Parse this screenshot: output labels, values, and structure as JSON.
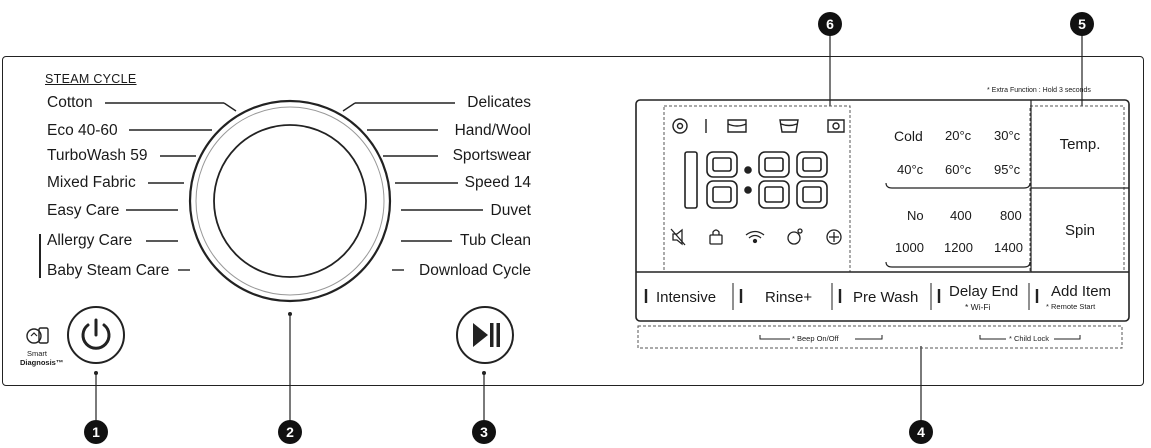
{
  "section_heading": "STEAM CYCLE",
  "left_programs": [
    "Cotton",
    "Eco 40-60",
    "TurboWash 59",
    "Mixed Fabric",
    "Easy Care",
    "Allergy Care",
    "Baby Steam Care"
  ],
  "right_programs": [
    "Delicates",
    "Hand/Wool",
    "Sportswear",
    "Speed 14",
    "Duvet",
    "Tub Clean",
    "Download Cycle"
  ],
  "smart_diagnosis": {
    "line1": "Smart",
    "line2": "Diagnosis™"
  },
  "display": {
    "digits": "18:88"
  },
  "extra_function_note": "* Extra Function : Hold 3 seconds",
  "temperatures": [
    "Cold",
    "20°c",
    "30°c",
    "40°c",
    "60°c",
    "95°c"
  ],
  "spin_speeds": [
    "No",
    "400",
    "800",
    "1000",
    "1200",
    "1400"
  ],
  "temp_button": "Temp.",
  "spin_button": "Spin",
  "option_buttons": [
    {
      "label": "Intensive",
      "sub": ""
    },
    {
      "label": "Rinse+",
      "sub": ""
    },
    {
      "label": "Pre Wash",
      "sub": ""
    },
    {
      "label": "Delay End",
      "sub": "* Wi-Fi"
    },
    {
      "label": "Add Item",
      "sub": "* Remote Start"
    }
  ],
  "beep_note": "* Beep On/Off",
  "child_lock_note": "* Child Lock",
  "callouts": [
    "1",
    "2",
    "3",
    "4",
    "5",
    "6"
  ]
}
